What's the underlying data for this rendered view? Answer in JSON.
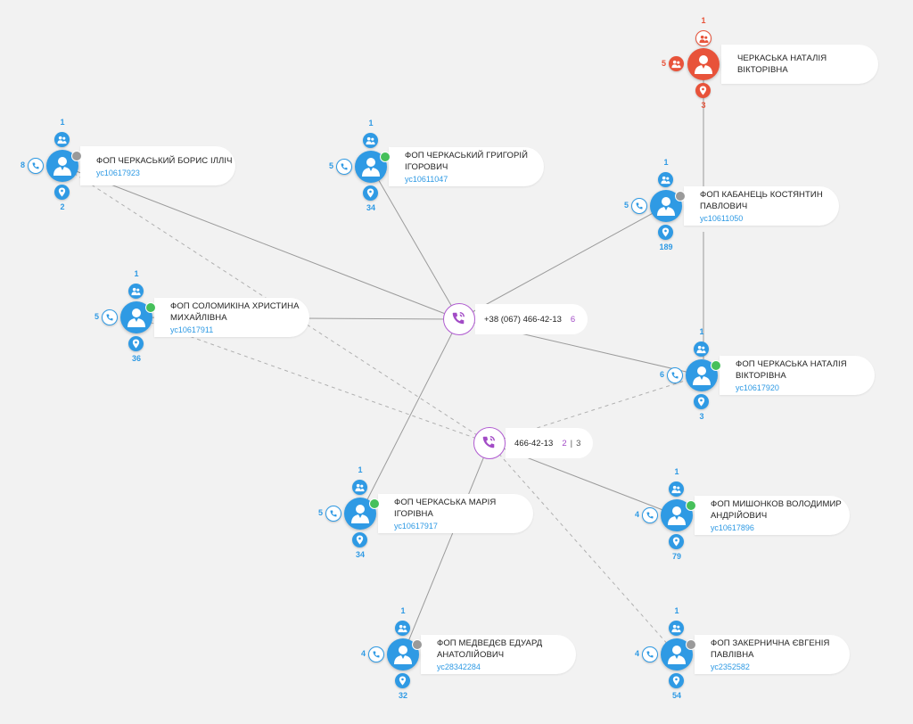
{
  "hubs": {
    "h1": {
      "phone": "+38 (067) 466-42-13",
      "count": "6"
    },
    "h2": {
      "phone": "466-42-13",
      "count_a": "2",
      "count_b": "3"
    }
  },
  "nodes": {
    "n1": {
      "name": "ФОП ЧЕРКАСЬКИЙ БОРИС ІЛЛІЧ",
      "code": "ус10617923",
      "top": "1",
      "bottom": "2",
      "left": "8"
    },
    "n2": {
      "name": "ФОП ЧЕРКАСЬКИЙ ГРИГОРІЙ ІГОРОВИЧ",
      "code": "ус10611047",
      "top": "1",
      "bottom": "34",
      "left": "5"
    },
    "n3": {
      "name": "ЧЕРКАСЬКА НАТАЛІЯ ВІКТОРІВНА",
      "code": "",
      "top": "1",
      "bottom": "3",
      "left": "5"
    },
    "n4": {
      "name": "ФОП КАБАНЕЦЬ КОСТЯНТИН ПАВЛОВИЧ",
      "code": "ус10611050",
      "top": "1",
      "bottom": "189",
      "left": "5"
    },
    "n5": {
      "name": "ФОП СОЛОМИКІНА ХРИСТИНА МИХАЙЛІВНА",
      "code": "ус10617911",
      "top": "1",
      "bottom": "36",
      "left": "5"
    },
    "n6": {
      "name": "ФОП ЧЕРКАСЬКА НАТАЛІЯ ВІКТОРІВНА",
      "code": "ус10617920",
      "top": "1",
      "bottom": "3",
      "left": "6"
    },
    "n7": {
      "name": "ФОП ЧЕРКАСЬКА МАРІЯ ІГОРІВНА",
      "code": "ус10617917",
      "top": "1",
      "bottom": "34",
      "left": "5"
    },
    "n8": {
      "name": "ФОП МИШОНКОВ ВОЛОДИМИР АНДРІЙОВИЧ",
      "code": "ус10617896",
      "top": "1",
      "bottom": "79",
      "left": "4"
    },
    "n9": {
      "name": "ФОП МЕДВЕДЄВ ЕДУАРД АНАТОЛІЙОВИЧ",
      "code": "ус28342284",
      "top": "1",
      "bottom": "32",
      "left": "4"
    },
    "n10": {
      "name": "ФОП ЗАКЕРНИЧНА ЄВГЕНІЯ ПАВЛІВНА",
      "code": "ус2352582",
      "top": "1",
      "bottom": "54",
      "left": "4"
    }
  },
  "colors": {
    "person": "#2f9ae4",
    "highlight": "#e8533a",
    "phone": "#b05bd1",
    "ok": "#46c05b",
    "off": "#9a9a9a",
    "edge": "#9b9b9b"
  },
  "icons": {
    "person": "user-icon",
    "group": "group-icon",
    "location": "location-pin-icon",
    "phone": "phone-icon",
    "hub": "phone-call-icon"
  }
}
